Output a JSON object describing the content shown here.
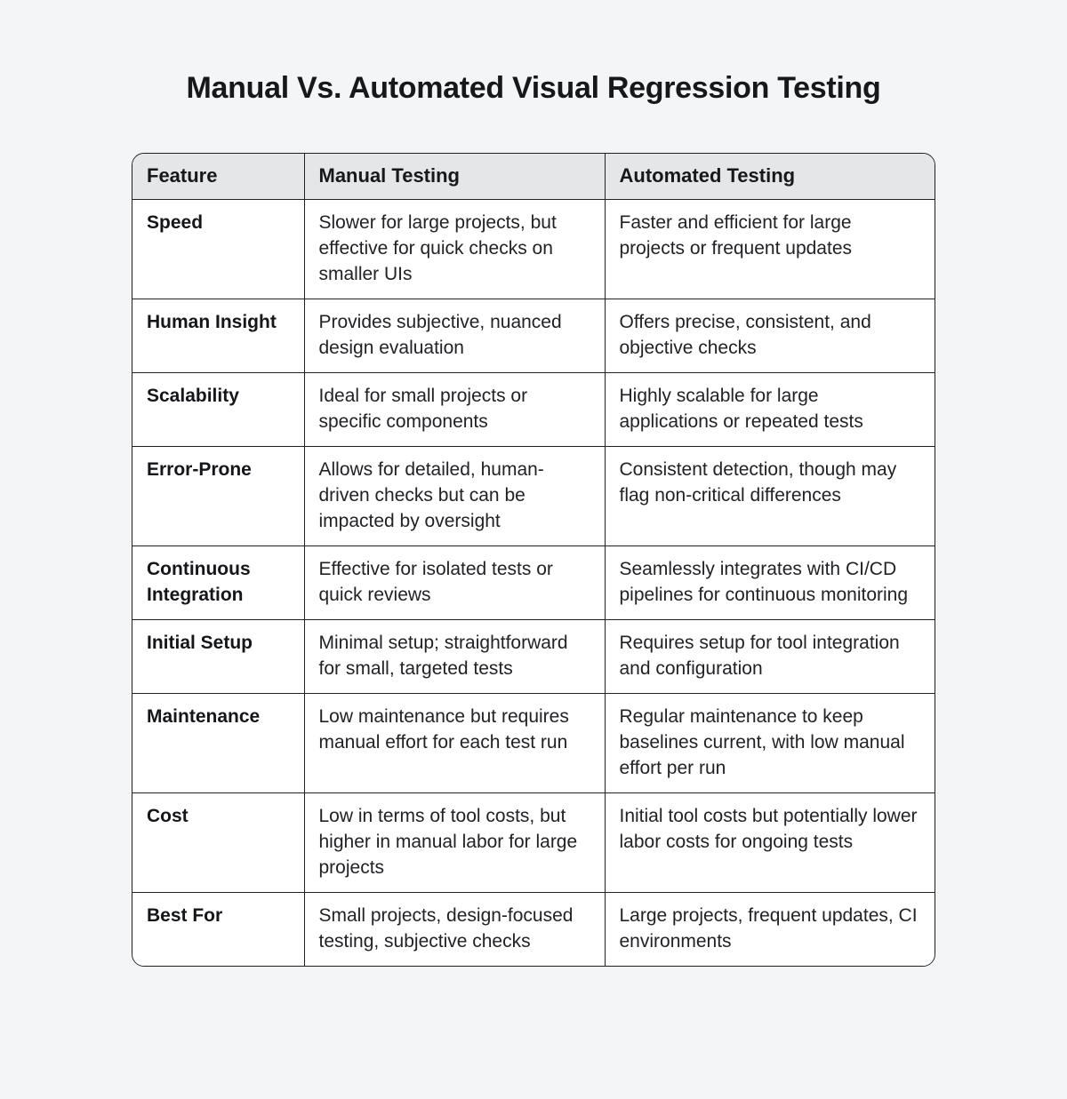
{
  "page": {
    "title": "Manual Vs. Automated Visual Regression Testing",
    "colors": {
      "page_bg": "#f3f5f7",
      "header_bg": "#e4e6e8",
      "cell_bg": "#ffffff",
      "border": "#202224",
      "text": "#1b1d1f"
    }
  },
  "table": {
    "headers": [
      "Feature",
      "Manual Testing",
      "Automated Testing"
    ],
    "rows": [
      {
        "feature": "Speed",
        "manual": "Slower for large projects, but effective for quick checks on smaller UIs",
        "automated": "Faster and efficient for large projects or frequent updates"
      },
      {
        "feature": "Human Insight",
        "manual": "Provides subjective, nuanced design evaluation",
        "automated": "Offers precise, consistent, and objective checks"
      },
      {
        "feature": "Scalability",
        "manual": "Ideal for small projects or specific components",
        "automated": "Highly scalable for large applications or repeated tests"
      },
      {
        "feature": "Error-Prone",
        "manual": "Allows for detailed, human-driven checks but can be impacted by oversight",
        "automated": "Consistent detection, though may flag non-critical differences"
      },
      {
        "feature": "Continuous Integration",
        "manual": "Effective for isolated tests or quick reviews",
        "automated": "Seamlessly integrates with CI/CD pipelines for continuous monitoring"
      },
      {
        "feature": "Initial Setup",
        "manual": "Minimal setup; straightforward for small, targeted tests",
        "automated": "Requires setup for tool integration and configuration"
      },
      {
        "feature": "Maintenance",
        "manual": "Low maintenance but requires manual effort for each test run",
        "automated": "Regular maintenance to keep baselines current, with low manual effort per run"
      },
      {
        "feature": "Cost",
        "manual": "Low in terms of tool costs, but higher in manual labor for large projects",
        "automated": "Initial tool costs but potentially lower labor costs for ongoing tests"
      },
      {
        "feature": "Best For",
        "manual": "Small projects, design-focused testing, subjective checks",
        "automated": "Large projects, frequent updates, CI environments"
      }
    ]
  }
}
